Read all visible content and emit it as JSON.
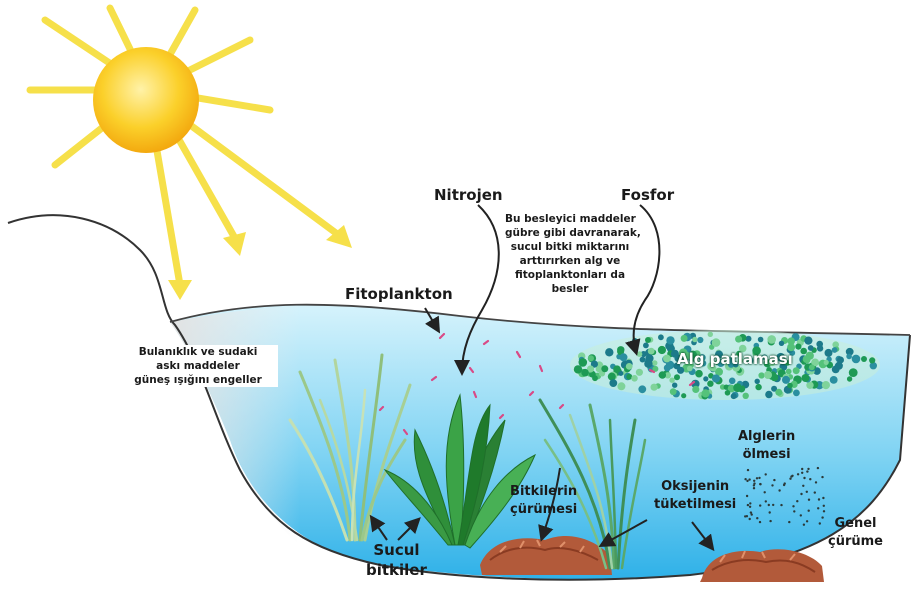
{
  "labels": {
    "nitrogen": "Nitrojen",
    "phosphorus": "Fosfor",
    "phytoplankton": "Fitoplankton",
    "nutrient_note": [
      "Bu besleyici maddeler",
      "gübre gibi davranarak,",
      "sucul bitki miktarını",
      "arttırırken alg ve",
      "fitoplanktonları da",
      "besler"
    ],
    "turbidity_note": [
      "Bulanıklık ve sudaki",
      "askı maddeler",
      "güneş ışığını engeller"
    ],
    "algal_bloom": "Alg patlaması",
    "algae_death": [
      "Alglerin",
      "ölmesi"
    ],
    "plant_decay": [
      "Bitkilerin",
      "çürümesi"
    ],
    "oxygen_depletion": [
      "Oksijenin",
      "tüketilmesi"
    ],
    "general_decay": [
      "Genel",
      "çürüme"
    ],
    "aquatic_plants": [
      "Sucul",
      "bitkiler"
    ]
  },
  "colors": {
    "sun": "#f9c21a",
    "sun_rays": "#f6e04a",
    "water_top": "#c9eefb",
    "water_bottom": "#36b6ea",
    "algae_green": "#1e9a54",
    "algae_teal": "#2a8fa0",
    "plankton": "#d94a86",
    "sediment": "#b25a3a"
  }
}
